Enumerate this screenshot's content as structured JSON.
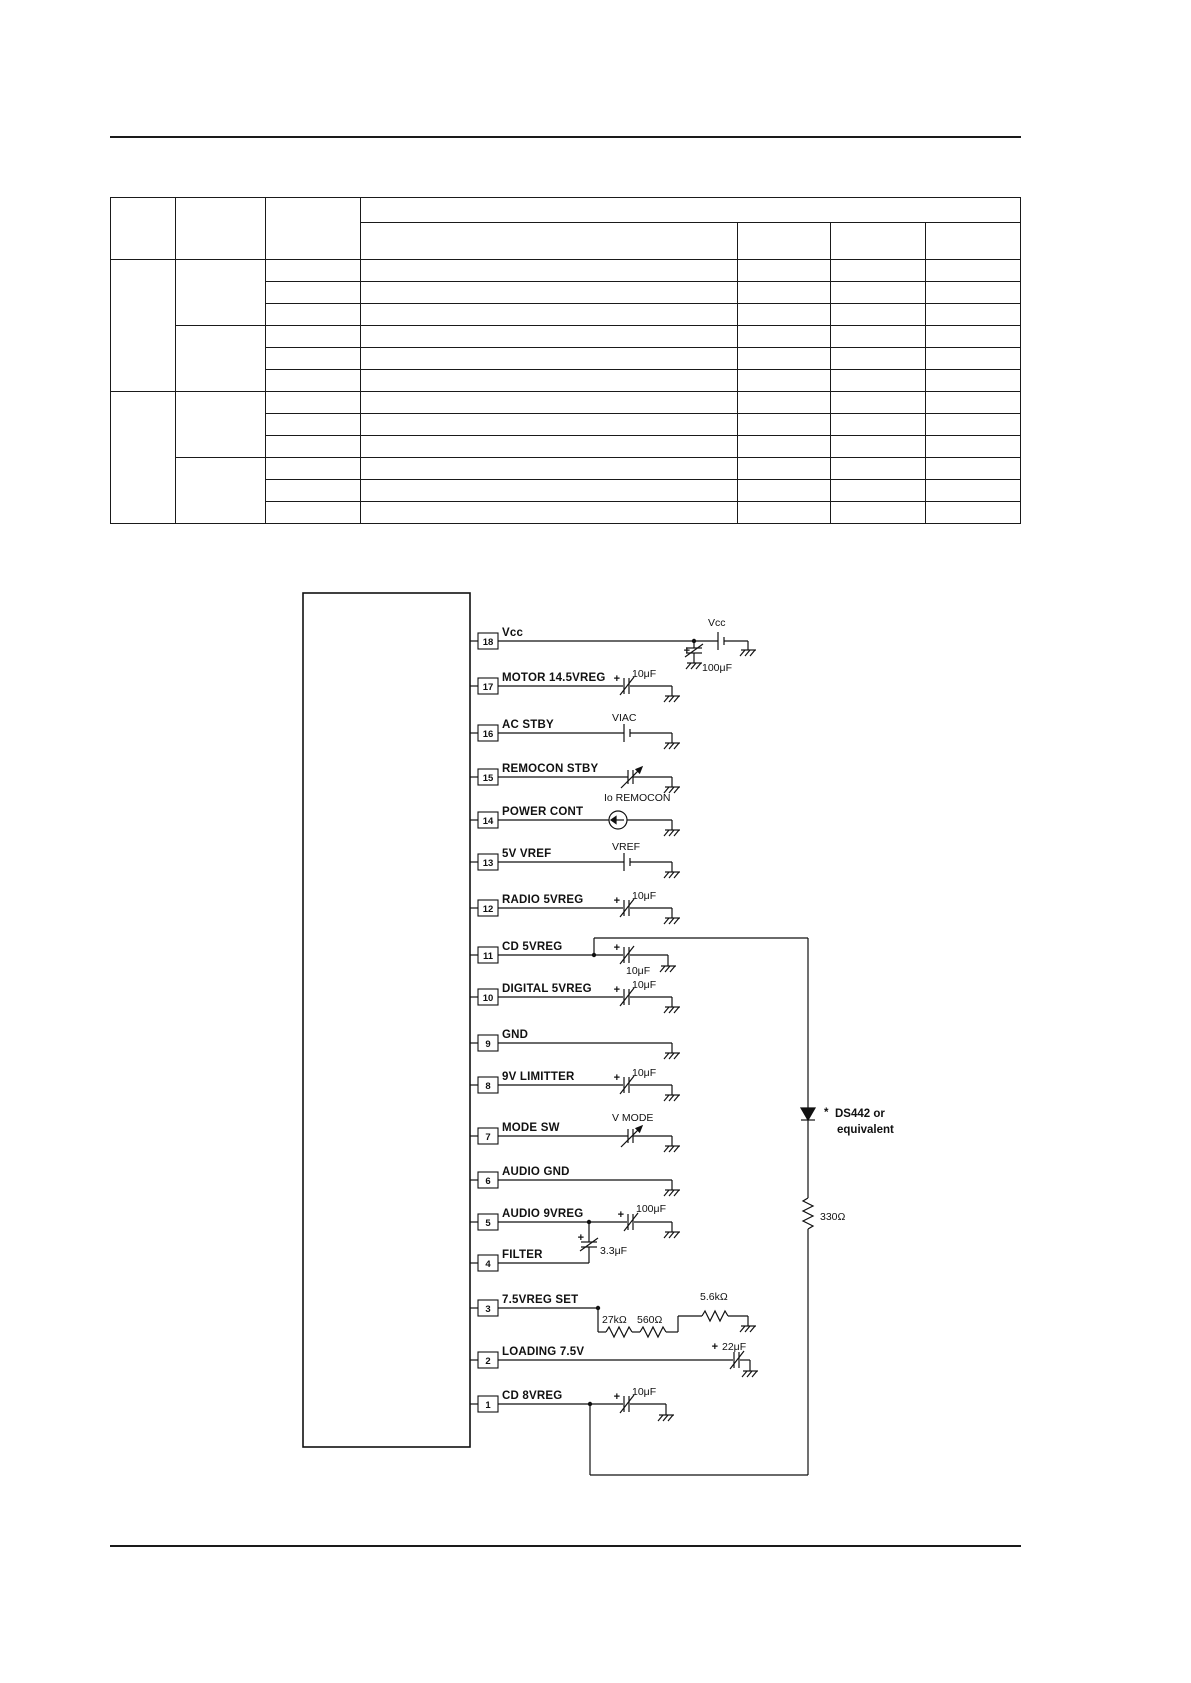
{
  "document": {
    "background": "#ffffff",
    "line_color": "#111111"
  },
  "circuit": {
    "plus": "+",
    "pins": [
      {
        "num": "18",
        "label": "Vcc",
        "value": "100μF",
        "value2": "Vcc"
      },
      {
        "num": "17",
        "label": "MOTOR 14.5VREG",
        "value": "10μF"
      },
      {
        "num": "16",
        "label": "AC STBY",
        "value": "VIAC"
      },
      {
        "num": "15",
        "label": "REMOCON STBY",
        "value": "Io REMOCON"
      },
      {
        "num": "14",
        "label": "POWER CONT"
      },
      {
        "num": "13",
        "label": "5V VREF",
        "value": "VREF"
      },
      {
        "num": "12",
        "label": "RADIO 5VREG",
        "value": "10μF"
      },
      {
        "num": "11",
        "label": "CD 5VREG",
        "value": "10μF"
      },
      {
        "num": "10",
        "label": "DIGITAL 5VREG",
        "value": "10μF"
      },
      {
        "num": "9",
        "label": "GND"
      },
      {
        "num": "8",
        "label": "9V LIMITTER",
        "value": "10μF"
      },
      {
        "num": "7",
        "label": "MODE SW",
        "value": "V MODE"
      },
      {
        "num": "6",
        "label": "AUDIO GND"
      },
      {
        "num": "5",
        "label": "AUDIO 9VREG",
        "value": "100μF"
      },
      {
        "num": "4",
        "label": "FILTER",
        "value": "3.3μF"
      },
      {
        "num": "3",
        "label": "7.5VREG SET",
        "value": "27kΩ",
        "value2": "560Ω",
        "value3": "5.6kΩ"
      },
      {
        "num": "2",
        "label": "LOADING 7.5V",
        "value": "22μF"
      },
      {
        "num": "1",
        "label": "CD 8VREG",
        "value": "10μF"
      }
    ],
    "diode": {
      "star": "*",
      "line1": "DS442 or",
      "line2": "equivalent"
    },
    "resistor_330": "330Ω"
  }
}
